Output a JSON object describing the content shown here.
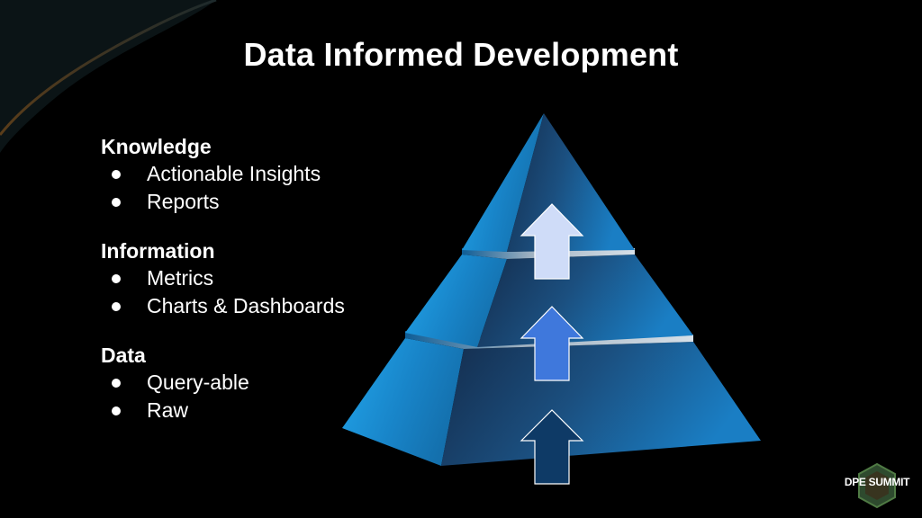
{
  "title": "Data Informed Development",
  "sections": [
    {
      "heading": "Knowledge",
      "items": [
        "Actionable Insights",
        "Reports"
      ]
    },
    {
      "heading": "Information",
      "items": [
        "Metrics",
        "Charts & Dashboards"
      ]
    },
    {
      "heading": "Data",
      "items": [
        "Query-able",
        "Raw"
      ]
    }
  ],
  "pyramid": {
    "arrow_colors": [
      "#cfdcf8",
      "#3f78dc",
      "#0e3a66"
    ],
    "face_color": "#1a8fd2",
    "shadow_color": "#17385f"
  },
  "logo": {
    "text": "DPE SUMMIT"
  }
}
